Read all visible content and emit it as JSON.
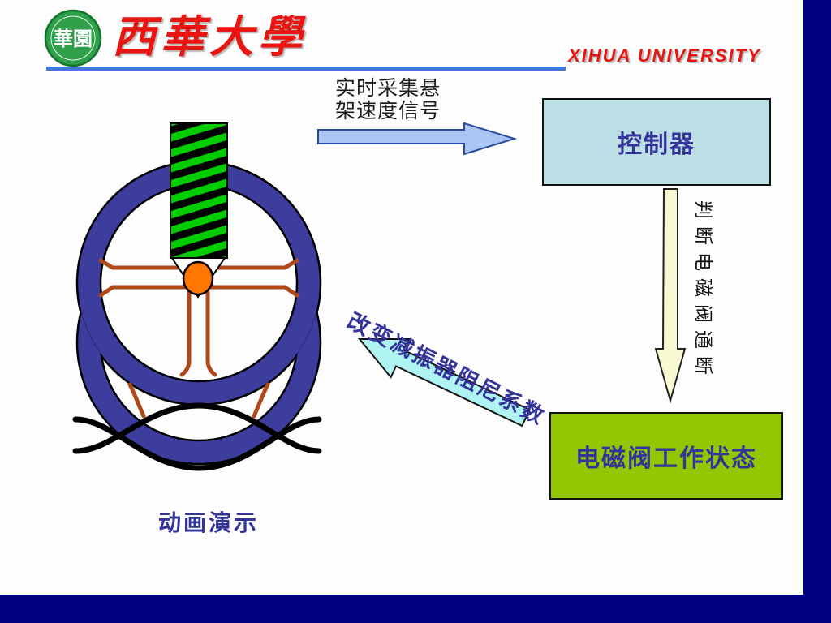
{
  "header": {
    "university_name_cn": "西華大學",
    "university_name_en": "XIHUA UNIVERSITY",
    "logo_seal_text": "華園"
  },
  "diagram": {
    "signal_label_line1": "实时采集悬",
    "signal_label_line2": "架速度信号",
    "controller_label": "控制器",
    "judge_label": "判断电磁阀通断",
    "valve_label": "电磁阀工作状态",
    "damping_label": "改变减振器阻尼系数",
    "demo_label": "动画演示"
  },
  "colors": {
    "chrome_navy": "#000080",
    "title_red": "#e81511",
    "underline_blue": "#4477dd",
    "controller_box_fill": "#bcdfe5",
    "valve_box_fill": "#92c701",
    "box_text_blue": "#333399",
    "blue_arrow_fill": "#a9c6f2",
    "yellow_arrow_fill": "#f8f8d2",
    "cyan_arrow_fill": "#aff2f2",
    "wheel_ring_blue": "#3d3d9e",
    "spoke_brown": "#b0491a",
    "spring_green": "#00cc00",
    "hub_orange": "#ff7700",
    "logo_green": "#2f9f4a"
  }
}
